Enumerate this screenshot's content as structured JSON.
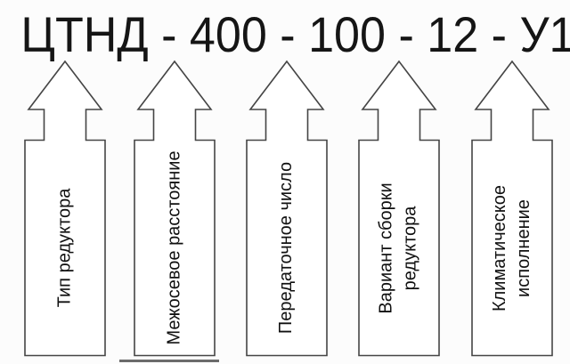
{
  "designation": {
    "full": "ЦТНД - 400 - 100 - 12 - У1",
    "separator": " - ",
    "parts": [
      "ЦТНД",
      "400",
      "100",
      "12",
      "У1"
    ]
  },
  "arrows": [
    {
      "code": "ЦТНД",
      "label": "Тип редуктора"
    },
    {
      "code": "400",
      "label": "Межосевое расстояние"
    },
    {
      "code": "100",
      "label": "Передаточное число"
    },
    {
      "code": "12",
      "label": "Вариант сборки\nредуктора"
    },
    {
      "code": "У1",
      "label": "Климатическое\nисполнение"
    }
  ],
  "colors": {
    "outline": "#454545",
    "text": "#101010",
    "title_text": "#151515",
    "background": "#fcfcfc",
    "arrow_fill": "#ffffff"
  }
}
